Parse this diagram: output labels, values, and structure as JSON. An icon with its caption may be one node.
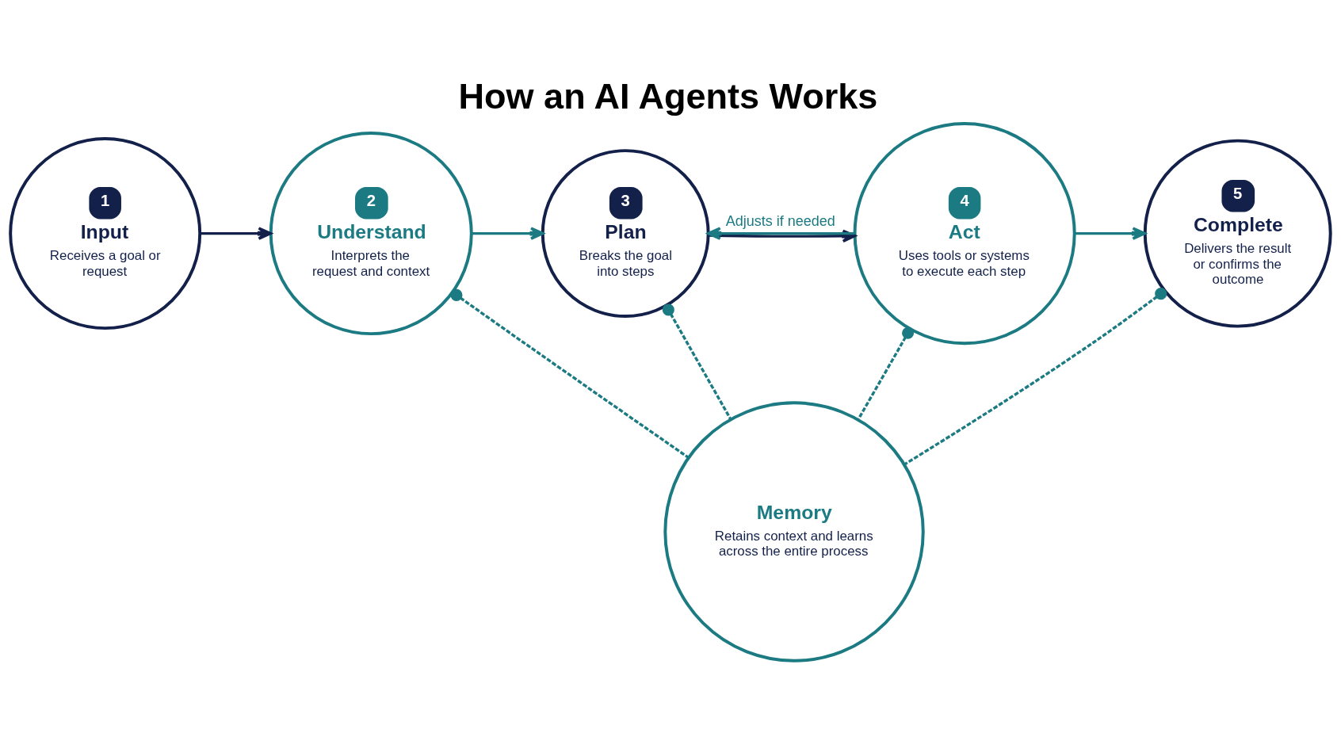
{
  "diagram": {
    "title": "How an AI Agents Works",
    "nodes": [
      {
        "text": [
          "1",
          "Input",
          "Receives a goal or request"
        ]
      },
      {
        "text": [
          "2",
          "Understand",
          "Interprets the request and context"
        ]
      },
      {
        "text": [
          "3",
          "Plan",
          "Breaks the goal into steps"
        ]
      },
      {
        "text": [
          "4",
          "Act",
          "Uses tools or systems to execute each step"
        ]
      },
      {
        "text": [
          "5",
          "Complete",
          "Delivers the result or confirms the outcome"
        ]
      },
      {
        "text": [
          "Memory",
          "Retains context and learns across the entire process"
        ]
      }
    ],
    "edges": [
      {
        "from": 0,
        "to": 1,
        "arrow": "to",
        "color": "#13204a"
      },
      {
        "from": 1,
        "to": 2,
        "arrow": "to"
      },
      {
        "from": 2,
        "to": 3,
        "arrow": "to",
        "color": "#13204a"
      },
      {
        "from": 3,
        "to": 4,
        "arrow": "to"
      },
      {
        "from": 3,
        "to": 2,
        "arrow": "to",
        "label": "Adjusts if needed"
      },
      {
        "from": 1,
        "to": 5,
        "arrow": "other",
        "style": "dashed"
      },
      {
        "from": 2,
        "to": 5,
        "arrow": "other",
        "style": "dashed"
      },
      {
        "from": 3,
        "to": 5,
        "arrow": "other",
        "style": "dashed"
      },
      {
        "from": 4,
        "to": 5,
        "arrow": "other",
        "style": "dashed"
      }
    ]
  }
}
